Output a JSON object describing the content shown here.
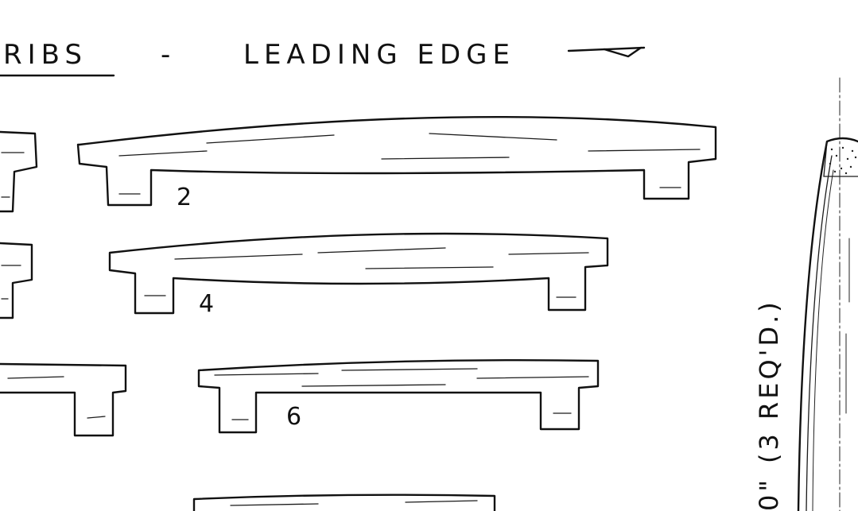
{
  "title": {
    "ribs": "RIBS",
    "dash": "-",
    "leading_edge": "LEADING EDGE"
  },
  "rib_numbers": [
    "2",
    "4",
    "6"
  ],
  "side_note": {
    "dimension": "0\"",
    "required": "(3 REQ'D.)"
  }
}
